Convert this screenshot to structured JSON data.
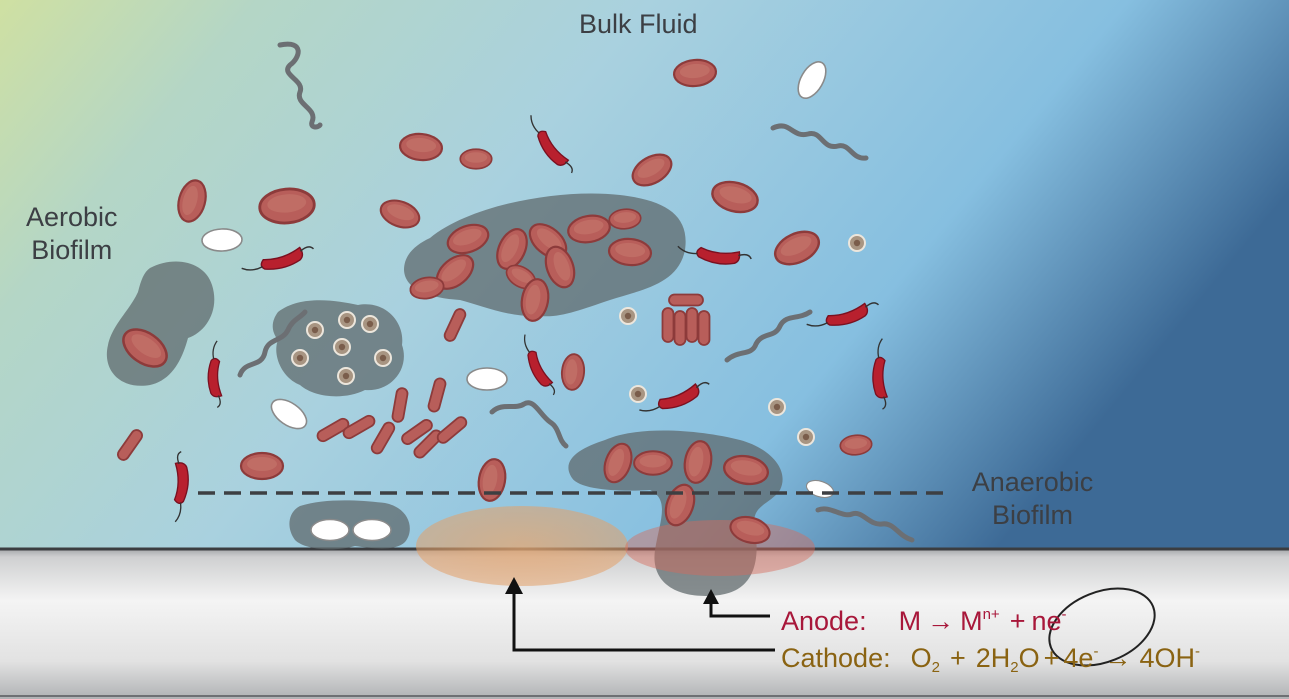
{
  "labels": {
    "bulk_fluid": "Bulk Fluid",
    "aerobic_line1": "Aerobic",
    "aerobic_line2": "Biofilm",
    "anaerobic_line1": "Anaerobic",
    "anaerobic_line2": "Biofilm"
  },
  "reactions": {
    "anode": {
      "label": "Anode:",
      "metal": "M",
      "arrow": "→",
      "ion": "M",
      "ion_charge": "n+",
      "plus": "+",
      "electrons": "ne",
      "electron_charge": "-"
    },
    "cathode": {
      "label": "Cathode:",
      "o2": "O",
      "o2_sub": "2",
      "plus1": "+",
      "water_a": "2H",
      "water_sub": "2",
      "water_b": "O",
      "plus2": "+",
      "electrons": "4e",
      "electron_charge": "-",
      "arrow": "→",
      "product": "4OH",
      "product_charge": "-"
    }
  },
  "colors": {
    "anode": "#a8173a",
    "cathode": "#8a6312",
    "label": "#3c3f44",
    "cell_fill": "#b85e5a",
    "cell_edge": "#8d3b3b",
    "biofilm": "#5d6669",
    "pipe": "#d9d9d9"
  }
}
